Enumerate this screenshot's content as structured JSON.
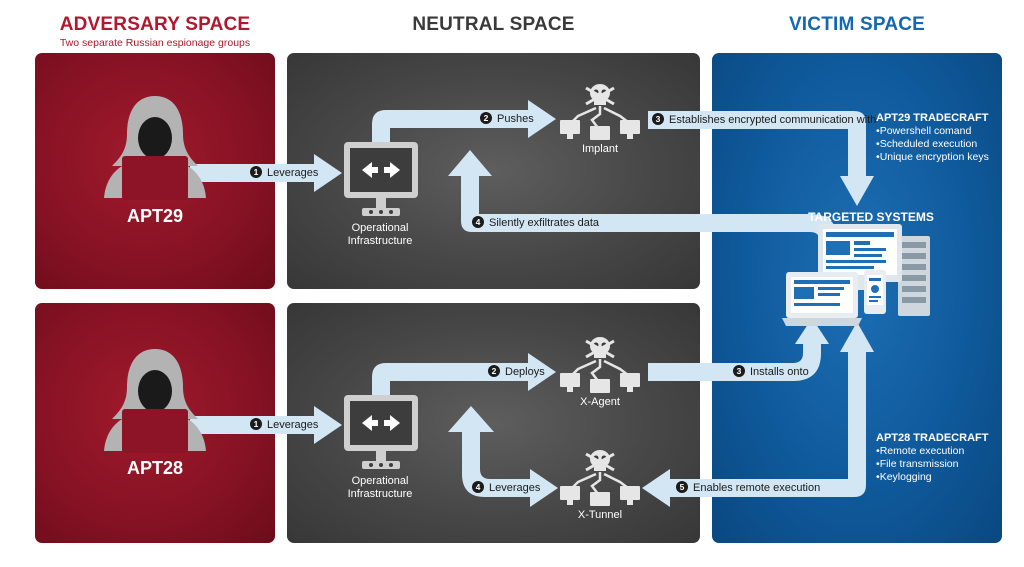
{
  "headers": {
    "adversary": "ADVERSARY SPACE",
    "adversary_sub": "Two separate Russian espionage groups",
    "neutral": "NEUTRAL SPACE",
    "victim": "VICTIM SPACE"
  },
  "colors": {
    "adversary": "#8a1424",
    "neutral": "#474747",
    "victim": "#0f5a9c",
    "arrow": "#d3e6f4",
    "victim_header": "#1568b0"
  },
  "apt29": {
    "name": "APT29",
    "infra_label_1": "Operational",
    "infra_label_2": "Infrastructure",
    "implant": "Implant",
    "steps": {
      "s1": "Leverages",
      "s1_num": "1",
      "s2": "Pushes",
      "s2_num": "2",
      "s3": "Establishes encrypted communication with",
      "s3_num": "3",
      "s4": "Silently exfiltrates data",
      "s4_num": "4"
    },
    "tradecraft_title": "APT29 TRADECRAFT",
    "tradecraft": [
      "Powershell comand",
      "Scheduled execution",
      "Unique encryption keys"
    ]
  },
  "apt28": {
    "name": "APT28",
    "infra_label_1": "Operational",
    "infra_label_2": "Infrastructure",
    "xagent": "X-Agent",
    "xtunnel": "X-Tunnel",
    "steps": {
      "s1": "Leverages",
      "s1_num": "1",
      "s2": "Deploys",
      "s2_num": "2",
      "s3": "Installs onto",
      "s3_num": "3",
      "s4": "Leverages",
      "s4_num": "4",
      "s5": "Enables remote execution",
      "s5_num": "5"
    },
    "tradecraft_title": "APT28 TRADECRAFT",
    "tradecraft": [
      "Remote execution",
      "File transmission",
      "Keylogging"
    ]
  },
  "targets": {
    "title": "TARGETED SYSTEMS"
  },
  "icons": [
    "hacker-icon",
    "computer-icon",
    "skull-network-icon",
    "devices-icon"
  ]
}
